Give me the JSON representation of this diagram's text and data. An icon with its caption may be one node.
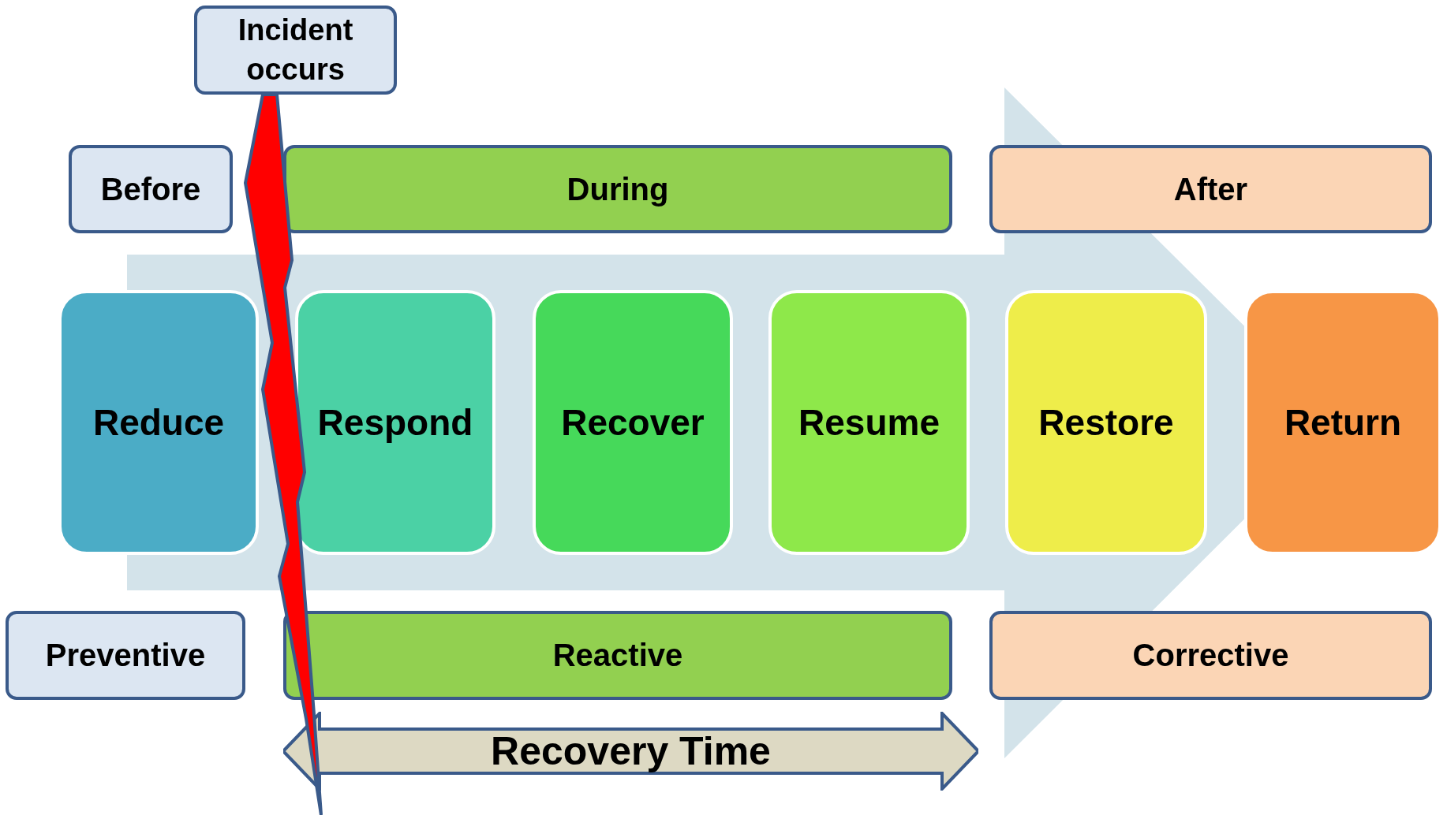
{
  "diagram": {
    "nodes": [
      {
        "text": [
          "Incident occurs"
        ]
      },
      {
        "text": [
          "Before"
        ]
      },
      {
        "text": [
          "During"
        ]
      },
      {
        "text": [
          "After"
        ]
      },
      {
        "text": [
          "Reduce"
        ]
      },
      {
        "text": [
          "Respond"
        ]
      },
      {
        "text": [
          "Recover"
        ]
      },
      {
        "text": [
          "Resume"
        ]
      },
      {
        "text": [
          "Restore"
        ]
      },
      {
        "text": [
          "Return"
        ]
      },
      {
        "text": [
          "Preventive"
        ]
      },
      {
        "text": [
          "Reactive"
        ]
      },
      {
        "text": [
          "Corrective"
        ]
      },
      {
        "text": [
          "Recovery Time"
        ]
      }
    ],
    "edges": [
      {
        "from": 4,
        "to": 9,
        "arrow": "to"
      }
    ]
  }
}
